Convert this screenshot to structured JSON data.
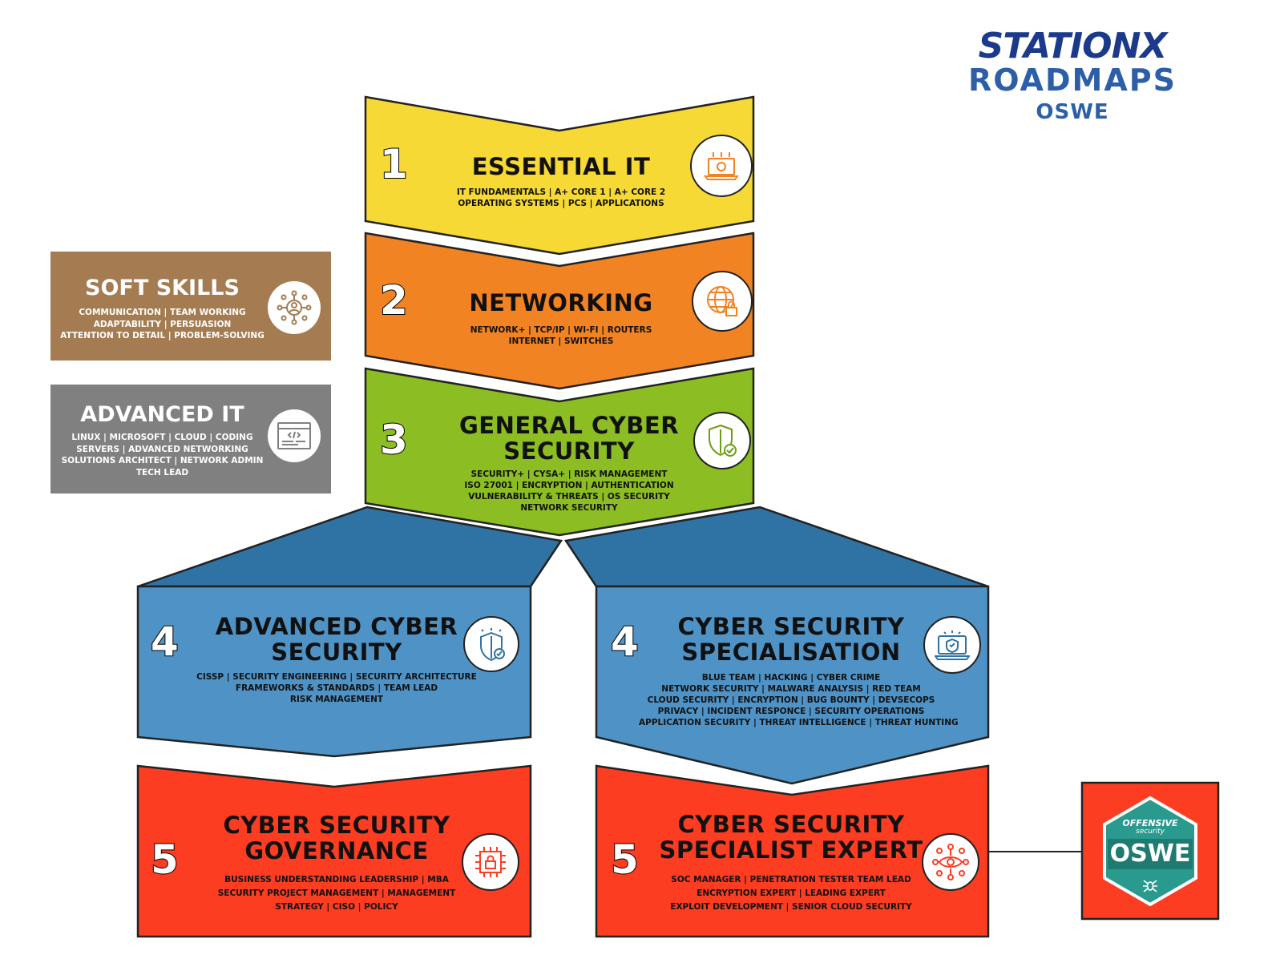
{
  "brand": {
    "logo_text": "STATIONX",
    "subtitle": "ROADMAPS",
    "certification": "OSWE"
  },
  "steps": {
    "essential_it": {
      "number": "1",
      "title": "ESSENTIAL IT",
      "items": [
        "IT FUNDAMENTALS  |  A+ CORE 1  |  A+ CORE 2",
        "OPERATING SYSTEMS  |  PCS  |  APPLICATIONS"
      ],
      "color": "#f7d935",
      "icon": "laptop-gear-icon"
    },
    "networking": {
      "number": "2",
      "title": "NETWORKING",
      "items": [
        "NETWORK+  |  TCP/IP  |  WI-FI  |  ROUTERS",
        "INTERNET  |  SWITCHES"
      ],
      "color": "#f28322",
      "icon": "globe-lock-icon"
    },
    "general_cyber": {
      "number": "3",
      "title_lines": [
        "GENERAL CYBER",
        "SECURITY"
      ],
      "items": [
        "SECURITY+  |  CYSA+  |  RISK MANAGEMENT",
        "ISO 27001  |  ENCRYPTION  |  AUTHENTICATION",
        "VULNERABILITY & THREATS  |  OS SECURITY",
        "NETWORK SECURITY"
      ],
      "color": "#8cbd23",
      "icon": "shield-check-icon"
    },
    "advanced_cyber": {
      "number": "4",
      "title_lines": [
        "ADVANCED CYBER",
        "SECURITY"
      ],
      "items": [
        "CISSP | SECURITY ENGINEERING | SECURITY ARCHITECTURE",
        "FRAMEWORKS & STANDARDS | TEAM LEAD",
        "RISK MANAGEMENT"
      ],
      "color": "#4f93c6",
      "top_color": "#2f73a4",
      "icon": "shield-stars-icon"
    },
    "specialisation": {
      "number": "4",
      "title_lines": [
        "CYBER SECURITY",
        "SPECIALISATION"
      ],
      "items": [
        "BLUE TEAM | HACKING | CYBER CRIME",
        "NETWORK SECURITY | MALWARE ANALYSIS | RED TEAM",
        "CLOUD SECURITY | ENCRYPTION | BUG BOUNTY | DEVSECOPS",
        "PRIVACY | INCIDENT RESPONCE | SECURITY OPERATIONS",
        "APPLICATION SECURITY | THREAT INTELLIGENCE | THREAT HUNTING"
      ],
      "color": "#4f93c6",
      "top_color": "#2f73a4",
      "icon": "laptop-shield-icon"
    },
    "governance": {
      "number": "5",
      "title_lines": [
        "CYBER SECURITY",
        "GOVERNANCE"
      ],
      "items": [
        "BUSINESS UNDERSTANDING  LEADERSHIP | MBA",
        "SECURITY PROJECT MANAGEMENT | MANAGEMENT",
        "STRATEGY | CISO | POLICY"
      ],
      "color": "#fc3d22",
      "icon": "chip-lock-icon"
    },
    "specialist_expert": {
      "number": "5",
      "title_lines": [
        "CYBER SECURITY",
        "SPECIALIST EXPERT"
      ],
      "items": [
        "SOC MANAGER | PENETRATION TESTER TEAM LEAD",
        "ENCRYPTION EXPERT | LEADING EXPERT",
        "EXPLOIT DEVELOPMENT | SENIOR CLOUD SECURITY"
      ],
      "color": "#fc3d22",
      "icon": "eye-network-icon"
    }
  },
  "side": {
    "soft_skills": {
      "title": "SOFT SKILLS",
      "items": [
        "COMMUNICATION  |  TEAM WORKING",
        "ADAPTABILITY  |  PERSUASION",
        "ATTENTION TO DETAIL  |  PROBLEM-SOLVING"
      ],
      "color": "#a57c52",
      "icon": "person-network-icon"
    },
    "advanced_it": {
      "title": "ADVANCED IT",
      "items": [
        "LINUX  |  MICROSOFT  |  CLOUD  |  CODING",
        "SERVERS  |  ADVANCED NETWORKING",
        "SOLUTIONS ARCHITECT  |  NETWORK ADMIN",
        "TECH LEAD"
      ],
      "color": "#808080",
      "icon": "code-window-icon"
    }
  },
  "badge": {
    "top_line": "OFFENSIVE",
    "top_line2": "security",
    "label": "OSWE",
    "box_color": "#fc3d22",
    "badge_color": "#2a9a8f",
    "icon": "spider-icon"
  }
}
